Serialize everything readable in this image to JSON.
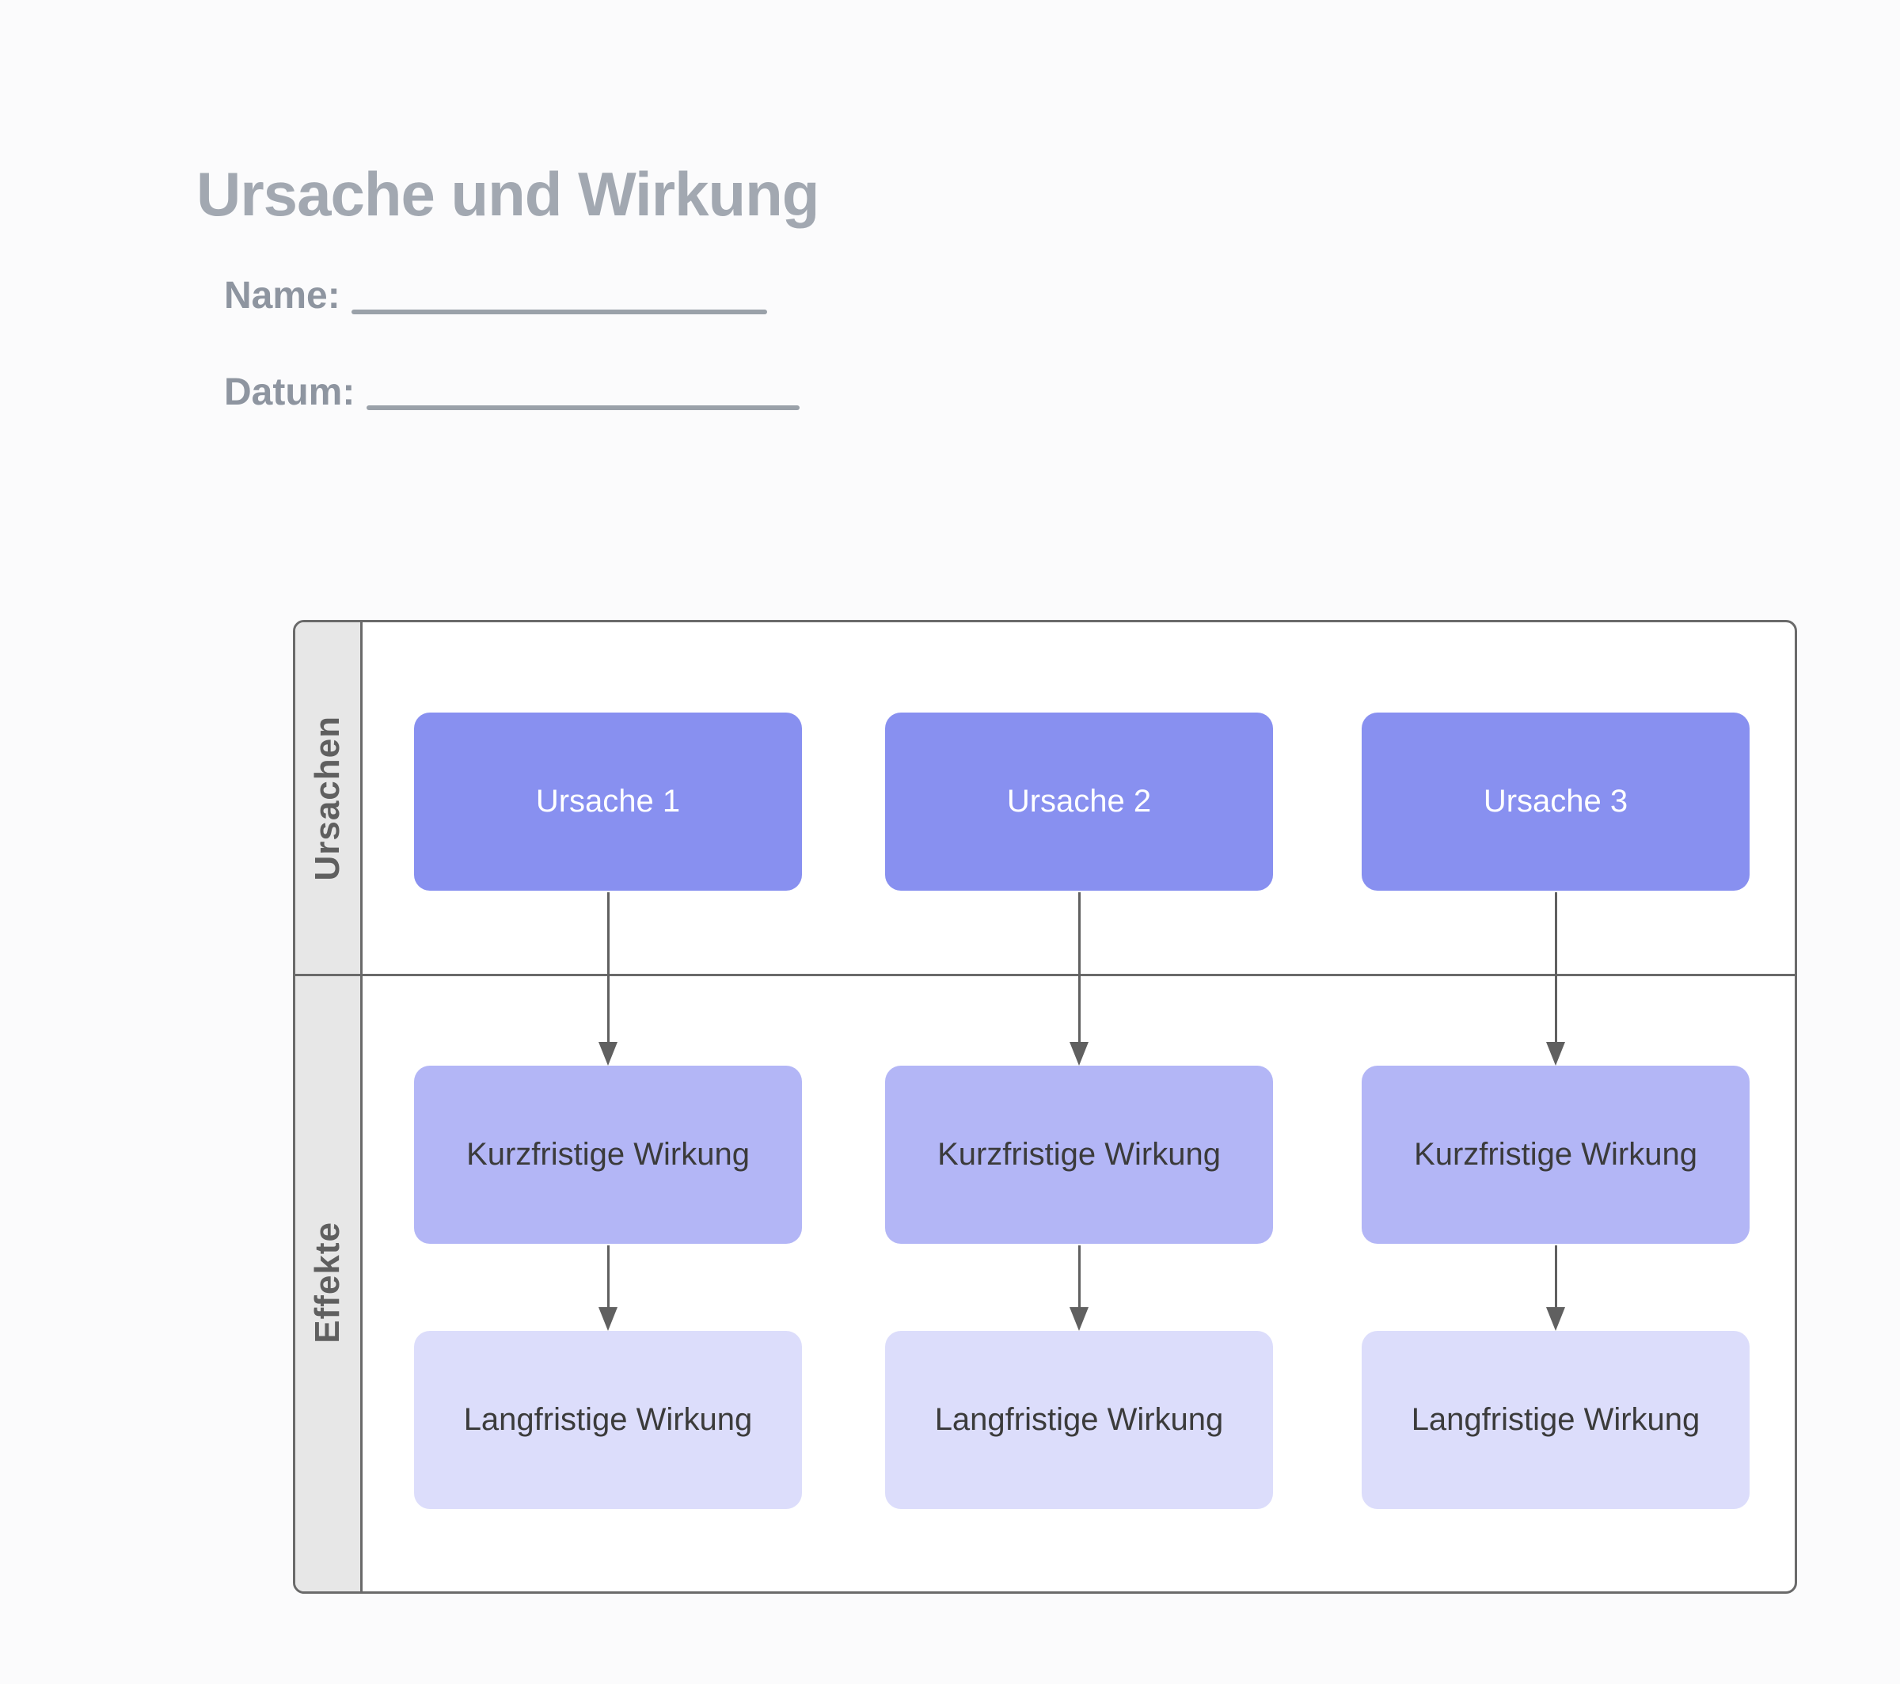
{
  "header": {
    "title": "Ursache und Wirkung",
    "fields": [
      {
        "label": "Name:"
      },
      {
        "label": "Datum:"
      }
    ]
  },
  "diagram": {
    "rows": [
      {
        "label": "Ursachen"
      },
      {
        "label": "Effekte"
      }
    ],
    "columns": [
      {
        "cause": "Ursache 1",
        "short_term": "Kurzfristige Wirkung",
        "long_term": "Langfristige Wirkung"
      },
      {
        "cause": "Ursache 2",
        "short_term": "Kurzfristige Wirkung",
        "long_term": "Langfristige Wirkung"
      },
      {
        "cause": "Ursache 3",
        "short_term": "Kurzfristige Wirkung",
        "long_term": "Langfristige Wirkung"
      }
    ],
    "colors": {
      "cause_box": "#8890f0",
      "short_term_box": "#b3b6f6",
      "long_term_box": "#dcddfb",
      "sidebar_bg": "#e7e7e7",
      "border": "#6a6a6a",
      "arrow": "#606060",
      "cause_text": "#ffffff",
      "effect_text": "#3b3b3b",
      "title_text": "#a2a8b1",
      "field_text": "#8e95a0"
    }
  }
}
